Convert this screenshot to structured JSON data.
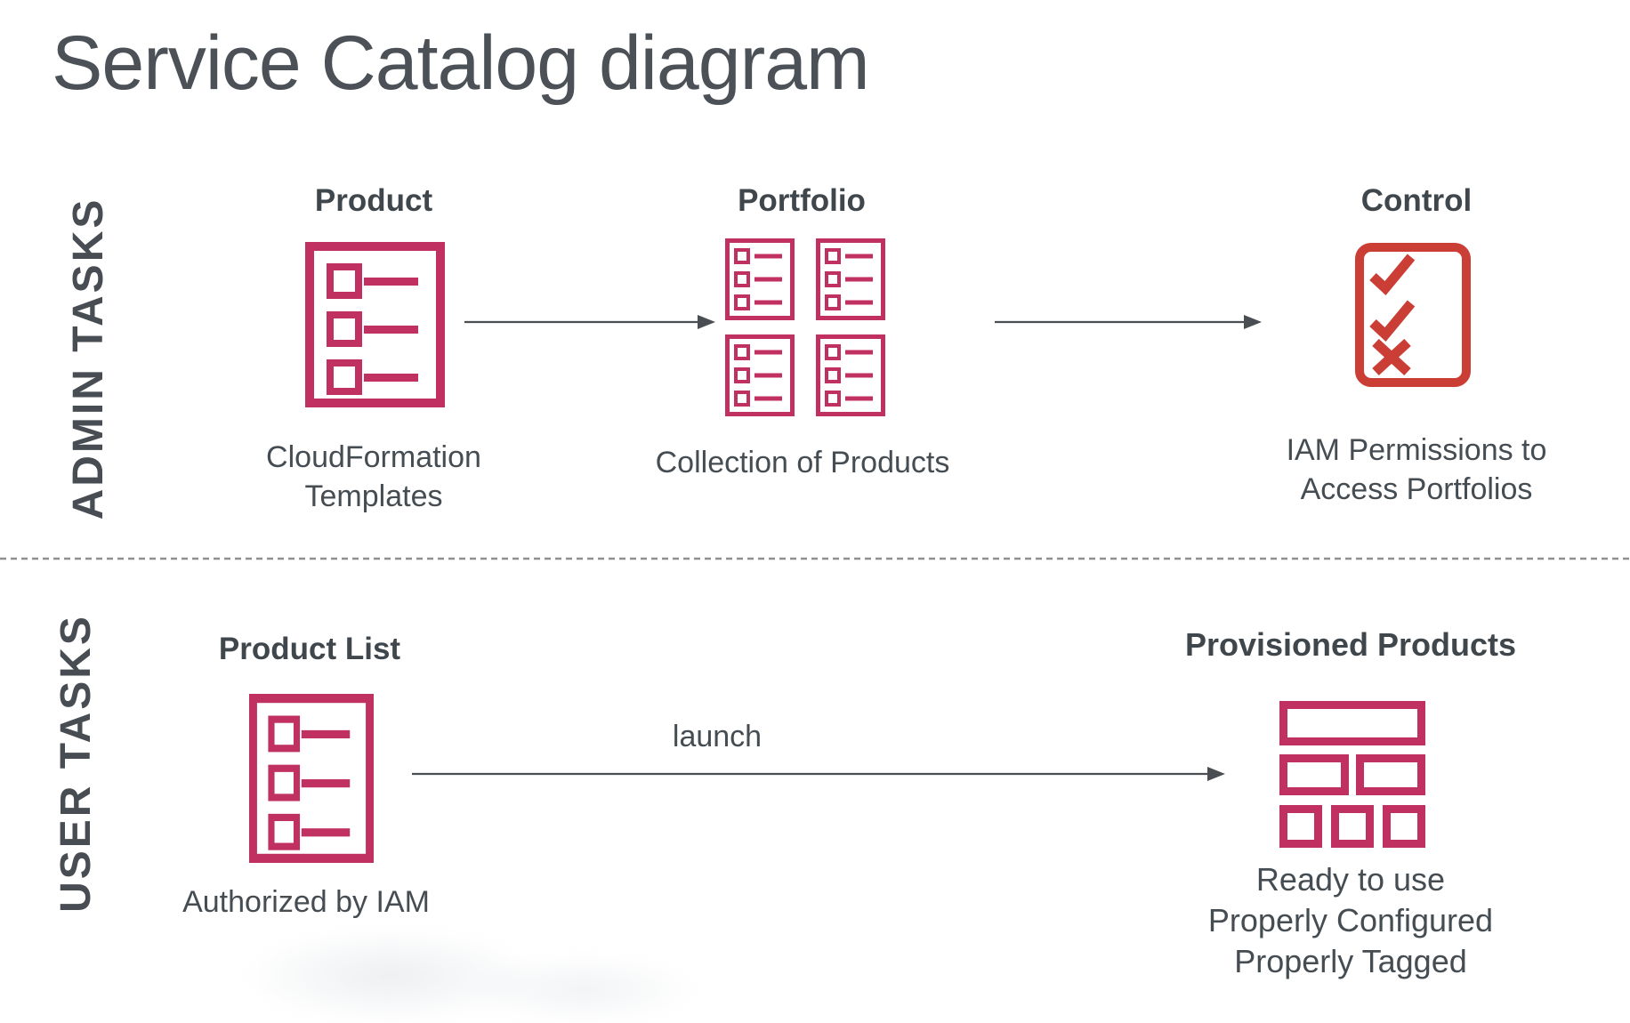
{
  "title": "Service Catalog diagram",
  "colors": {
    "crimson": "#C03061",
    "red": "#CA3E35",
    "text": "#454C52",
    "arrow": "#4A4E52",
    "divider": "#8F8F8F"
  },
  "admin_row": {
    "label": "ADMIN TASKS",
    "product": {
      "heading": "Product",
      "icon": "list-document-icon",
      "caption_line1": "CloudFormation",
      "caption_line2": "Templates"
    },
    "portfolio": {
      "heading": "Portfolio",
      "icon": "list-document-grid-icon",
      "caption": "Collection of Products"
    },
    "control": {
      "heading": "Control",
      "icon": "checklist-icon",
      "caption_line1": "IAM Permissions to",
      "caption_line2": "Access Portfolios"
    }
  },
  "user_row": {
    "label": "USER TASKS",
    "product_list": {
      "heading": "Product List",
      "icon": "list-document-icon",
      "caption": "Authorized by IAM"
    },
    "launch_label": "launch",
    "provisioned": {
      "heading": "Provisioned Products",
      "icon": "stacked-bricks-icon",
      "caption_line1": "Ready to use",
      "caption_line2": "Properly Configured",
      "caption_line3": "Properly Tagged"
    }
  }
}
